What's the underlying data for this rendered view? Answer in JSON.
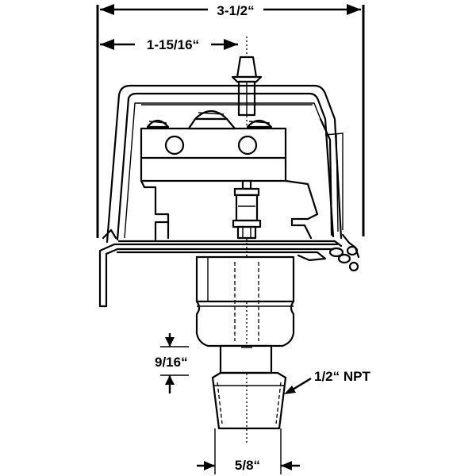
{
  "dimensions": {
    "overall_width": "3-1/2“",
    "center_offset": "1-15/16“",
    "thread_length": "9/16“",
    "thread_type": "1/2“ NPT",
    "thread_diameter": "5/8“"
  }
}
